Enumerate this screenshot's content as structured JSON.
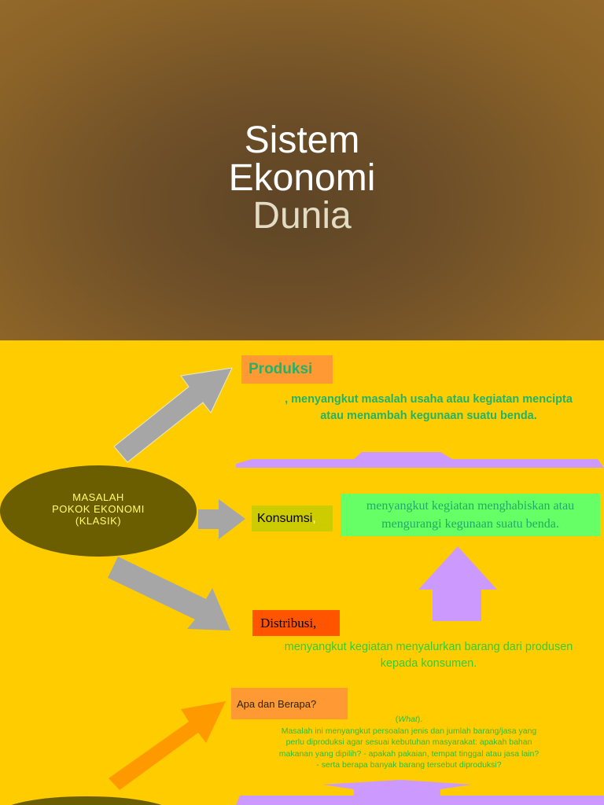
{
  "title": {
    "line1": "Sistem",
    "line2": "Ekonomi",
    "line3": "Dunia"
  },
  "slide2": {
    "center": {
      "line1": "MASALAH",
      "line2": "POKOK EKONOMI",
      "line3": "(KLASIK)"
    },
    "produksi": {
      "label": "Produksi",
      "desc": ", menyangkut masalah usaha atau kegiatan mencipta atau menambah kegunaan suatu benda."
    },
    "konsumsi": {
      "label": "Konsumsi",
      "suffix": ",",
      "desc": "menyangkut kegiatan menghabiskan atau mengurangi kegunaan suatu benda."
    },
    "distribusi": {
      "label": "Distribusi,",
      "desc": "menyangkut kegiatan menyalurkan barang dari produsen kepada konsumen."
    }
  },
  "slide3": {
    "label": "Apa dan Berapa?",
    "what": "What",
    "desc1": "Masalah ini menyangkut persoalan jenis dan jumlah barang/jasa yang",
    "desc2": "perlu diproduksi agar sesuai kebutuhan masyarakat: apakah bahan",
    "desc3": "makanan yang dipilih? - apakah pakaian, tempat tinggal atau jasa lain?",
    "desc4": "- serta berapa banyak barang tersebut diproduksi?"
  },
  "colors": {
    "yellow": "#ffcc00",
    "orange": "#ff9933",
    "olive": "#6b5e00",
    "green_box": "#66ff66",
    "lavender": "#cc99ff",
    "arrow": "#a6a6a6"
  }
}
